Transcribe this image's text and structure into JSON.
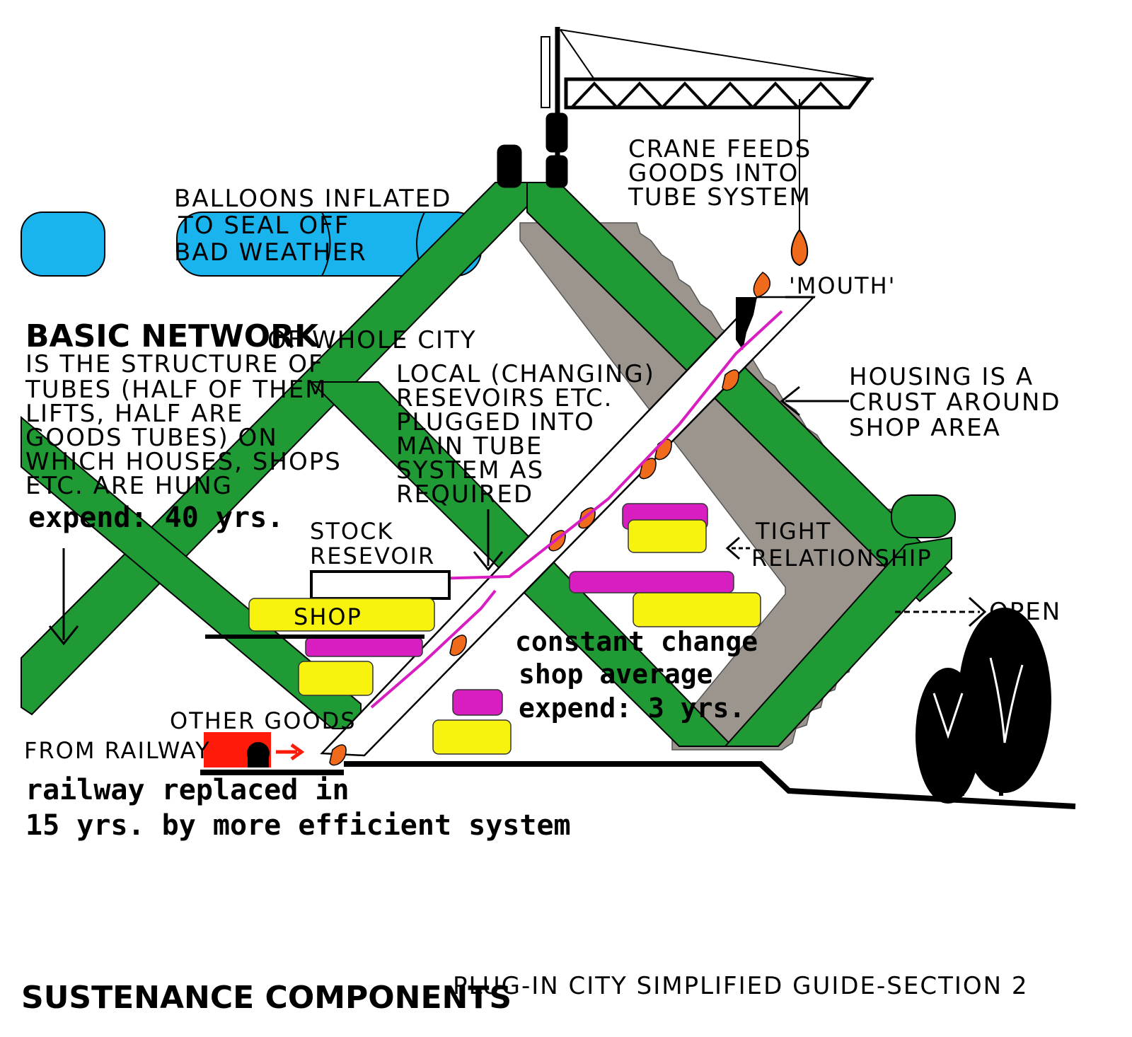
{
  "labels": {
    "balloons_1": "BALLOONS INFLATED",
    "balloons_2": "TO SEAL OFF",
    "balloons_3": "BAD WEATHER",
    "crane_1": "CRANE FEEDS",
    "crane_2": "GOODS INTO",
    "crane_3": "TUBE SYSTEM",
    "mouth": "'MOUTH'",
    "basic_network_bold": "BASIC NETWORK",
    "basic_network_1": "OF WHOLE CITY",
    "basic_network_2": "IS THE STRUCTURE OF",
    "basic_network_3": "TUBES (HALF OF THEM",
    "basic_network_4": "LIFTS, HALF ARE",
    "basic_network_5": "GOODS TUBES) ON",
    "basic_network_6": "WHICH HOUSES, SHOPS",
    "basic_network_7": "ETC. ARE HUNG",
    "expend_40": "expend: 40 yrs.",
    "local_1": "LOCAL (CHANGING)",
    "local_2": "RESEVOIRS ETC.",
    "local_3": "PLUGGED INTO",
    "local_4": "MAIN TUBE",
    "local_5": "SYSTEM AS",
    "local_6": "REQUIRED",
    "housing_1": "HOUSING IS A",
    "housing_2": "CRUST AROUND",
    "housing_3": "SHOP AREA",
    "tight_1": "TIGHT",
    "tight_2": "RELATIONSHIP",
    "open": "OPEN",
    "stock_1": "STOCK",
    "stock_2": "RESEVOIR",
    "shop": "SHOP",
    "constant_1": "constant change",
    "constant_2": "shop average",
    "constant_3": "expend: 3 yrs.",
    "other_goods": "OTHER GOODS",
    "from_railway": "FROM RAILWAY",
    "railway_1": "railway replaced in",
    "railway_2": "15 yrs. by more efficient system"
  },
  "footer": {
    "left": "SUSTENANCE COMPONENTS",
    "right": "PLUG-IN CITY SIMPLIFIED GUIDE-SECTION 2"
  },
  "colors": {
    "tube_green": "#1f9a35",
    "balloon_blue": "#19b4ee",
    "housing_grey": "#9b958e",
    "shop_yellow": "#f7f20e",
    "magenta": "#d81ec0",
    "flame_orange": "#f06a1c",
    "railway_red": "#ff1a0a",
    "ink": "#000000"
  }
}
